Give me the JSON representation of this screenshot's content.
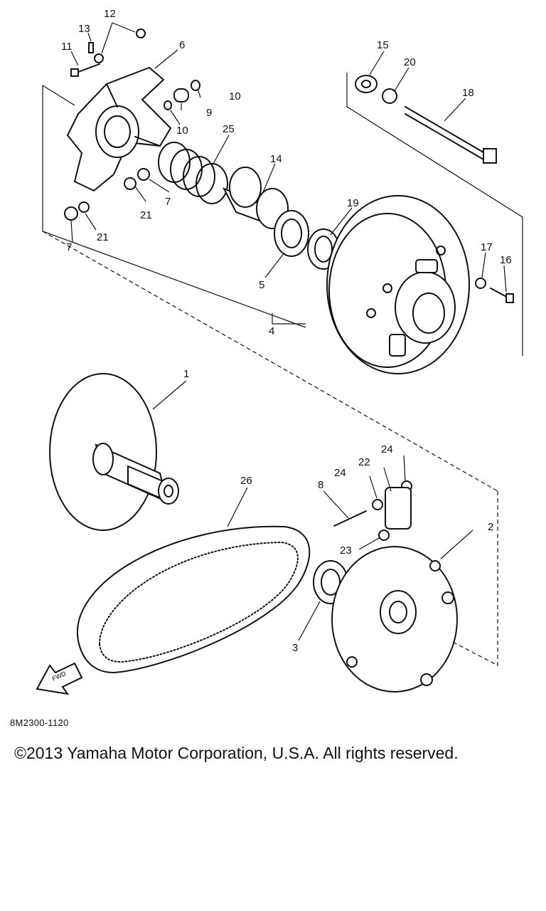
{
  "diagram": {
    "callouts": [
      "1",
      "2",
      "3",
      "4",
      "5",
      "6",
      "7",
      "7",
      "8",
      "9",
      "10",
      "10",
      "11",
      "12",
      "13",
      "14",
      "15",
      "16",
      "17",
      "18",
      "19",
      "20",
      "21",
      "21",
      "22",
      "23",
      "24",
      "24",
      "25",
      "26"
    ],
    "fwd_label": "FWD",
    "code": "8M2300-1120"
  },
  "footer": {
    "copyright": "©2013 Yamaha Motor Corporation, U.S.A. All rights reserved."
  }
}
